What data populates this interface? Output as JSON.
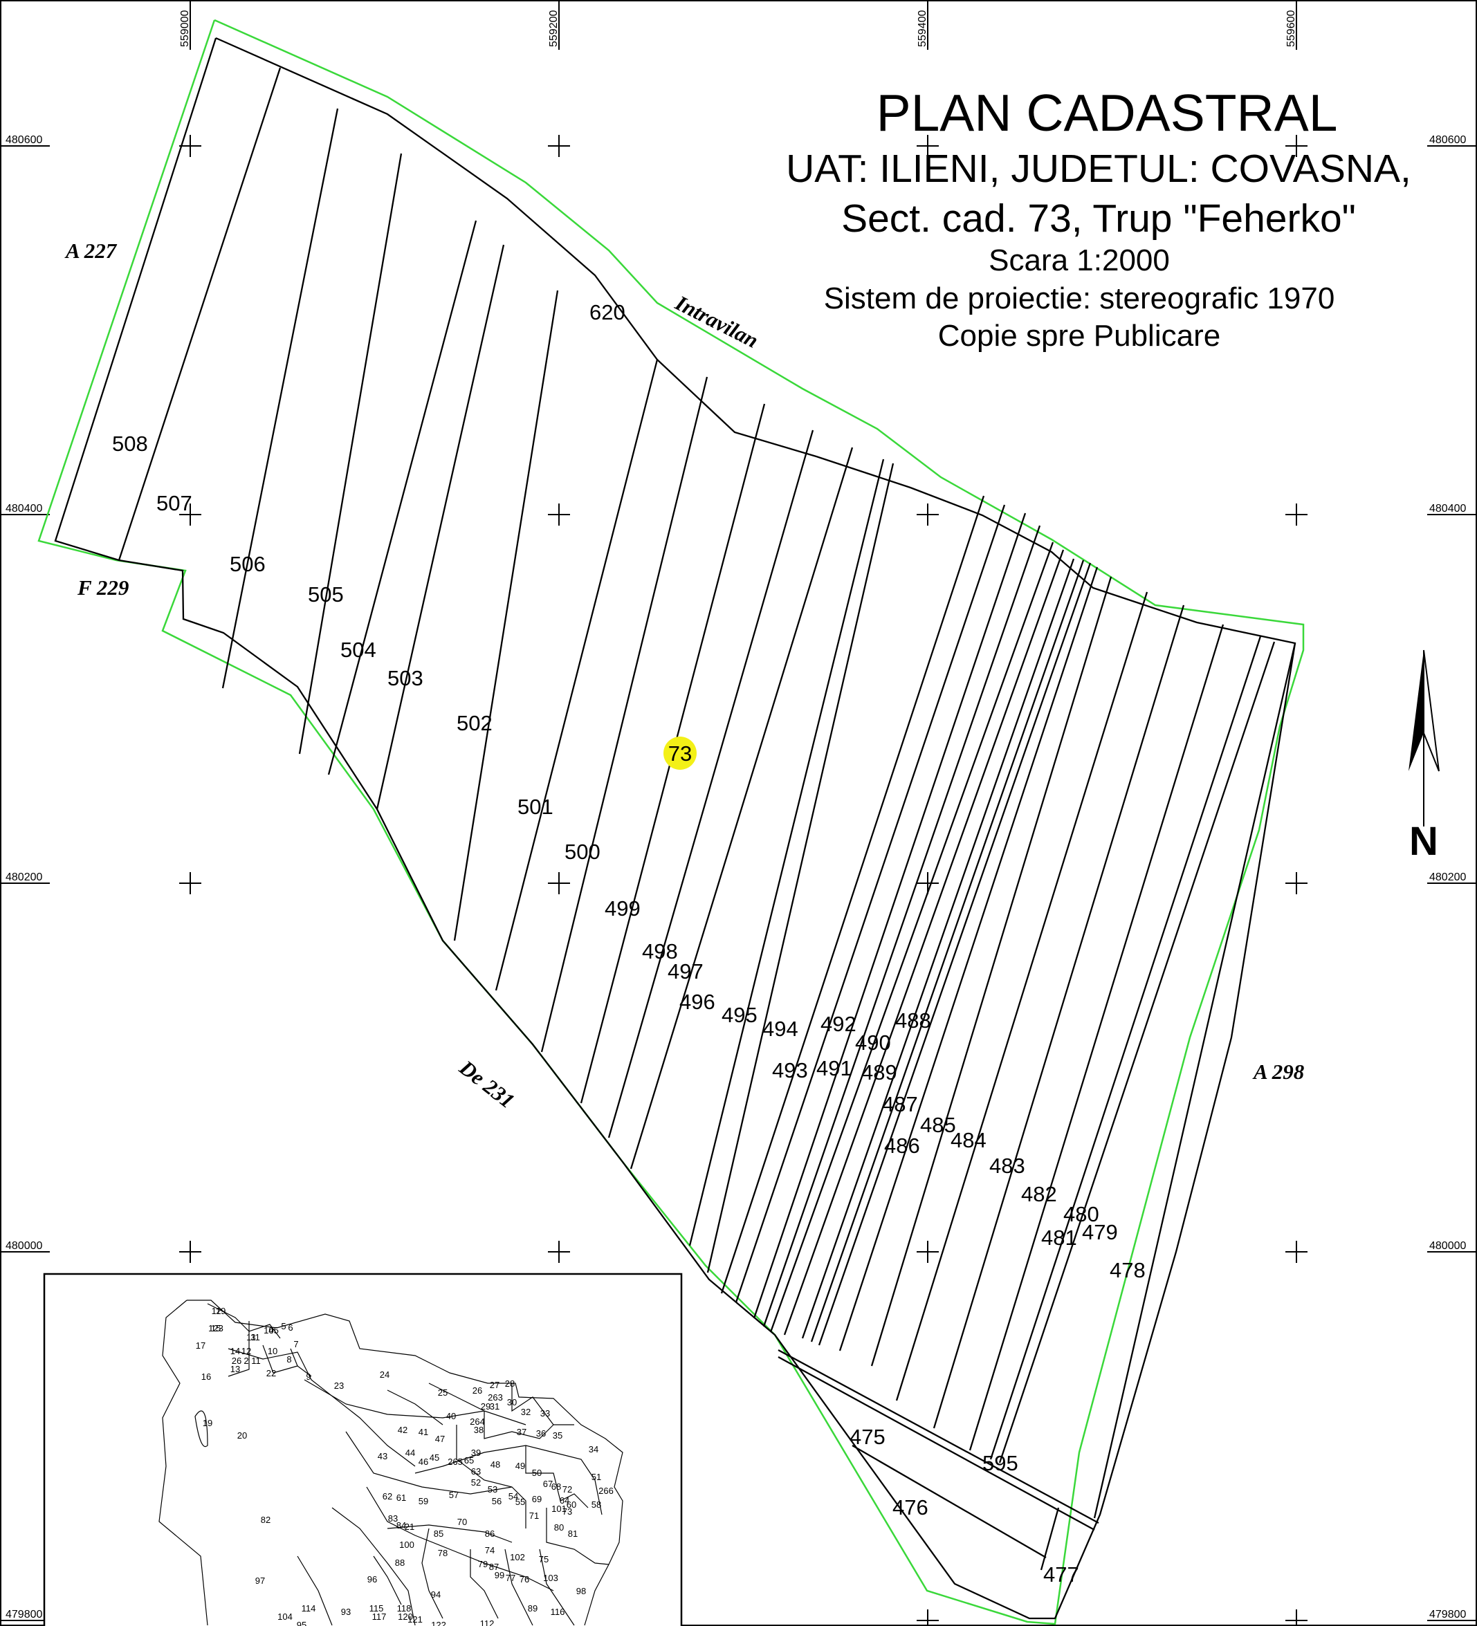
{
  "title": {
    "line1": "PLAN CADASTRAL",
    "line2": "UAT: ILIENI, JUDETUL: COVASNA,",
    "line3": "Sect. cad. 73, Trup \"Feherko\"",
    "line4": "Scara 1:2000",
    "line5": "Sistem de proiectie: stereografic 1970",
    "line6": "Copie spre Publicare"
  },
  "sector_label": "73",
  "north_label": "N",
  "grid": {
    "x_labels": [
      "559000",
      "559200",
      "559400",
      "559600"
    ],
    "y_labels": [
      "480600",
      "480400",
      "480200",
      "480000",
      "479800"
    ]
  },
  "road_labels": [
    "A 227",
    "F 229",
    "Intravilan",
    "De 231",
    "A 298"
  ],
  "parcels": [
    "508",
    "507",
    "506",
    "505",
    "504",
    "503",
    "502",
    "501",
    "500",
    "499",
    "498",
    "497",
    "496",
    "495",
    "494",
    "493",
    "492",
    "491",
    "490",
    "489",
    "488",
    "487",
    "486",
    "485",
    "484",
    "483",
    "482",
    "481",
    "480",
    "479",
    "478",
    "475",
    "476",
    "477",
    "595",
    "620"
  ],
  "inset_labels": [
    "2",
    "15",
    "3",
    "4",
    "5",
    "6",
    "7",
    "17",
    "14",
    "12",
    "10",
    "26",
    "2",
    "11",
    "8",
    "13",
    "22",
    "16",
    "9",
    "23",
    "24",
    "25",
    "26",
    "27",
    "28",
    "263",
    "30",
    "29",
    "31",
    "32",
    "33",
    "40",
    "264",
    "19",
    "20",
    "42",
    "41",
    "47",
    "38",
    "37",
    "36",
    "35",
    "34",
    "39",
    "43",
    "44",
    "46",
    "45",
    "265",
    "65",
    "63",
    "48",
    "49",
    "50",
    "51",
    "52",
    "53",
    "54",
    "67",
    "68",
    "72",
    "266",
    "62",
    "61",
    "59",
    "57",
    "56",
    "55",
    "69",
    "64",
    "60",
    "58",
    "82",
    "83",
    "84",
    "21",
    "70",
    "71",
    "101",
    "73",
    "80",
    "81",
    "85",
    "86",
    "100",
    "74",
    "102",
    "75",
    "78",
    "79",
    "87",
    "88",
    "99",
    "77",
    "76",
    "103",
    "98",
    "97",
    "96",
    "94",
    "89",
    "116",
    "114",
    "104",
    "95",
    "93",
    "115",
    "117",
    "118",
    "120",
    "121",
    "122",
    "112",
    "119",
    "123",
    "111",
    "105"
  ]
}
